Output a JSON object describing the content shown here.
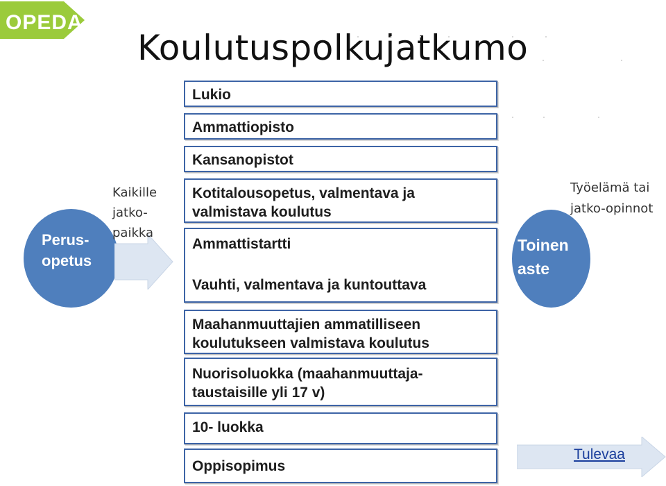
{
  "logo": {
    "text": "OPEDA",
    "color": "#9bcb3b"
  },
  "title": "Koulutuspolkujatkumo",
  "left_circle": {
    "line1": "Perus-",
    "line2": "opetus"
  },
  "left_label": {
    "line1": "Kaikille",
    "line2": "jatko-",
    "line3": "paikka"
  },
  "options": [
    {
      "lines": [
        "Lukio"
      ]
    },
    {
      "lines": [
        "Ammattiopisto"
      ]
    },
    {
      "lines": [
        "Kansanopistot"
      ]
    },
    {
      "lines": [
        "Kotitalousopetus, valmentava ja",
        "valmistava koulutus"
      ]
    },
    {
      "lines": [
        "Ammattistartti",
        "",
        "Vauhti, valmentava ja kuntouttava"
      ]
    },
    {
      "lines": [
        "Maahanmuuttajien ammatilliseen",
        "koulutukseen valmistava koulutus"
      ]
    },
    {
      "lines": [
        "Nuorisoluokka (maahanmuuttaja-",
        "taustaisille yli 17 v)"
      ]
    },
    {
      "lines": [
        "10- luokka"
      ]
    },
    {
      "lines": [
        "Oppisopimus"
      ]
    }
  ],
  "right_circle": {
    "line1": "Toinen",
    "line2": "aste"
  },
  "right_label": {
    "line1": "Työelämä tai",
    "line2": "jatko-opinnot"
  },
  "tulevaa": "Tulevaa",
  "colors": {
    "circle": "#4f7fbd",
    "box_border": "#3d64a6",
    "arrow_fill": "#dde6f2",
    "link": "#1a3e9c"
  }
}
